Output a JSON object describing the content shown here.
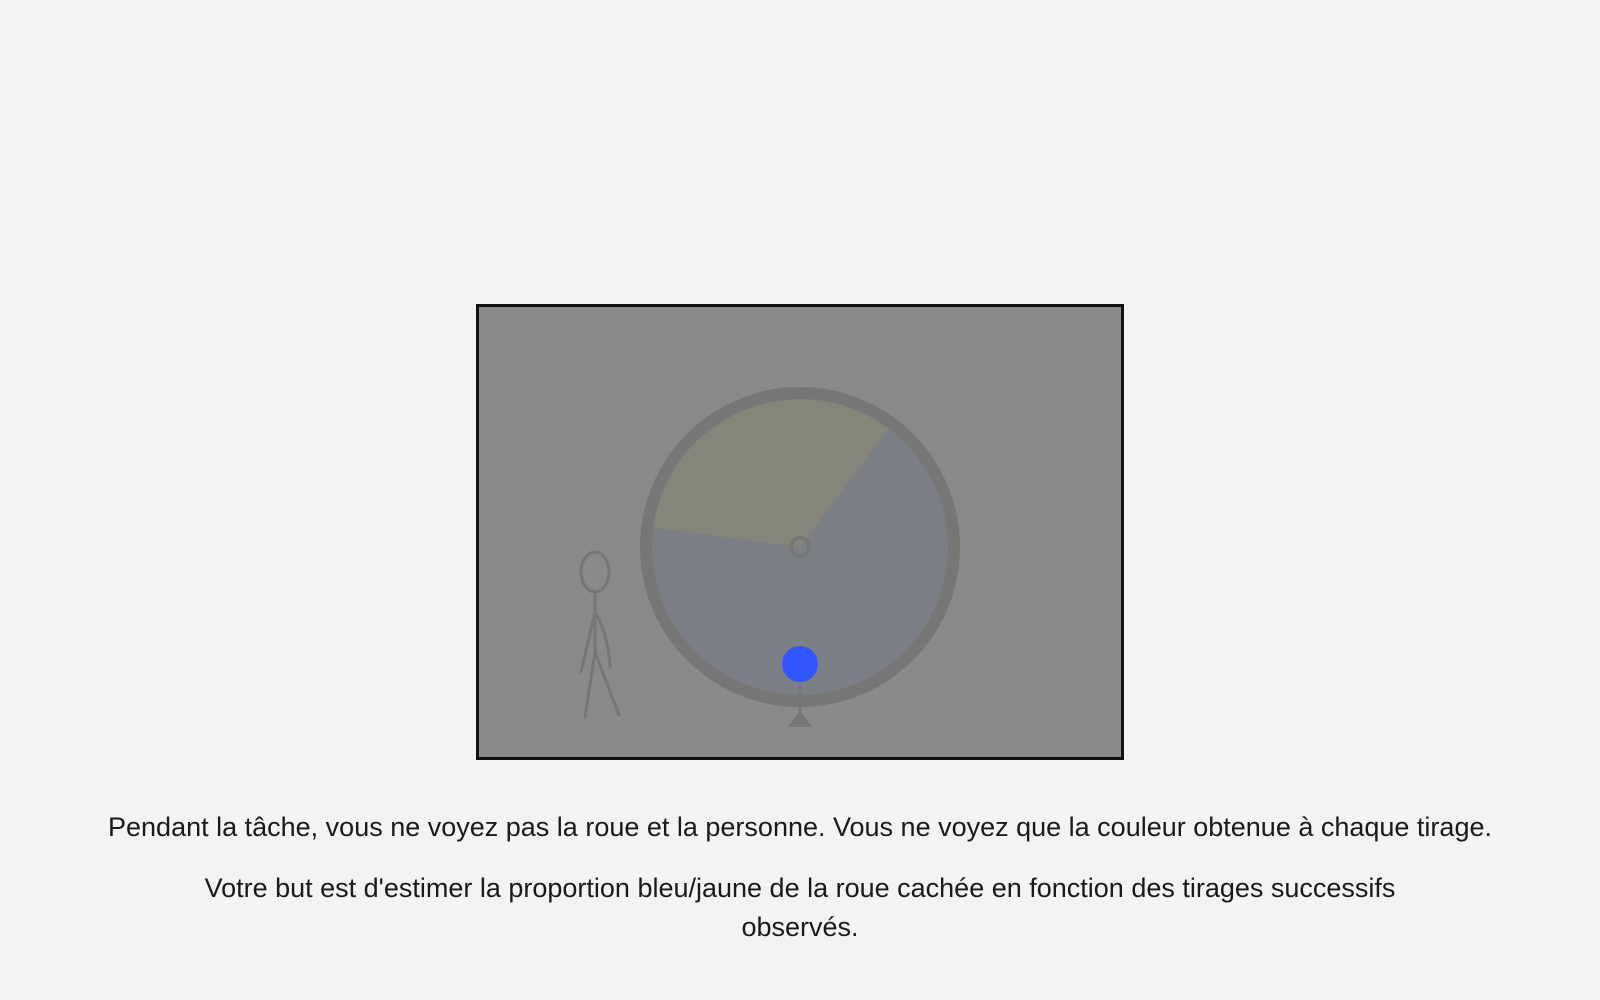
{
  "stage": {
    "icon": "wheel-of-fortune-icon",
    "person_icon": "stick-figure-icon",
    "background_color": "#8a8a8a",
    "wheel": {
      "proportion_yellow": 0.3,
      "proportion_blue": 0.7,
      "yellow_color": "#868579",
      "blue_color": "#7c7e85",
      "rim_color": "#767676"
    },
    "drawn_ball": {
      "color_name": "bleu",
      "color": "#3355ff"
    }
  },
  "instructions": {
    "paragraph_1": "Pendant la tâche, vous ne voyez pas la roue et la personne. Vous ne voyez que la couleur obtenue à chaque tirage.",
    "paragraph_2": "Votre but est d'estimer la proportion bleu/jaune de la roue cachée en fonction des tirages successifs observés."
  }
}
